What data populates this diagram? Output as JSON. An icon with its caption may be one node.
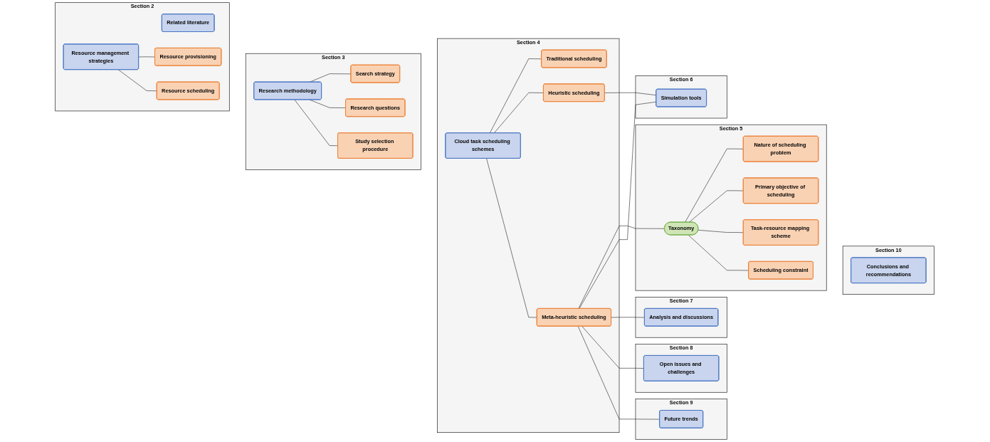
{
  "diagram": {
    "nodes": [
      {
        "text": [
          "Section 2"
        ]
      },
      {
        "text": [
          "Related literature"
        ],
        "in": 0
      },
      {
        "text": [
          "Resource management strategies"
        ],
        "in": 0
      },
      {
        "text": [
          "Resource provisioning"
        ],
        "in": 0
      },
      {
        "text": [
          "Resource scheduling"
        ],
        "in": 0
      },
      {
        "text": [
          "Section 3"
        ]
      },
      {
        "text": [
          "Research methodology"
        ],
        "in": 5
      },
      {
        "text": [
          "Search strategy"
        ],
        "in": 5
      },
      {
        "text": [
          "Research questions"
        ],
        "in": 5
      },
      {
        "text": [
          "Study selection procedure"
        ],
        "in": 5
      },
      {
        "text": [
          "Section 4"
        ]
      },
      {
        "text": [
          "Cloud task scheduling schemes"
        ],
        "in": 10
      },
      {
        "text": [
          "Traditional scheduling"
        ],
        "in": 10
      },
      {
        "text": [
          "Heuristic scheduling"
        ],
        "in": 10
      },
      {
        "text": [
          "Meta-heuristic scheduling"
        ],
        "in": 10
      },
      {
        "text": [
          "Section 5"
        ]
      },
      {
        "text": [
          "Taxonomy"
        ],
        "in": 15
      },
      {
        "text": [
          "Nature of scheduling problem"
        ],
        "in": 15
      },
      {
        "text": [
          "Primary objective of scheduling"
        ],
        "in": 15
      },
      {
        "text": [
          "Task-resource mapping scheme"
        ],
        "in": 15
      },
      {
        "text": [
          "Scheduling constraint"
        ],
        "in": 15
      },
      {
        "text": [
          "Section 6"
        ]
      },
      {
        "text": [
          "Simulation tools"
        ],
        "in": 21
      },
      {
        "text": [
          "Section 7"
        ]
      },
      {
        "text": [
          "Analysis and discussions"
        ],
        "in": 23
      },
      {
        "text": [
          "Section 8"
        ]
      },
      {
        "text": [
          "Open issues and challenges"
        ],
        "in": 25
      },
      {
        "text": [
          "Section 9"
        ]
      },
      {
        "text": [
          "Future trends"
        ],
        "in": 27
      },
      {
        "text": [
          "Section 10"
        ]
      },
      {
        "text": [
          "Conclusions and recommendations"
        ],
        "in": 29
      }
    ],
    "edges": [
      {
        "from": 2,
        "to": 3,
        "arrow": "none"
      },
      {
        "from": 2,
        "to": 4,
        "arrow": "none"
      },
      {
        "from": 6,
        "to": 7,
        "arrow": "none"
      },
      {
        "from": 6,
        "to": 8,
        "arrow": "none"
      },
      {
        "from": 6,
        "to": 9,
        "arrow": "none"
      },
      {
        "from": 11,
        "to": 12,
        "arrow": "none"
      },
      {
        "from": 11,
        "to": 13,
        "arrow": "none"
      },
      {
        "from": 11,
        "to": 14,
        "arrow": "none"
      },
      {
        "from": 14,
        "to": 16,
        "arrow": "none"
      },
      {
        "from": 16,
        "to": 17,
        "arrow": "none"
      },
      {
        "from": 16,
        "to": 18,
        "arrow": "none"
      },
      {
        "from": 16,
        "to": 19,
        "arrow": "none"
      },
      {
        "from": 16,
        "to": 20,
        "arrow": "none"
      },
      {
        "from": 13,
        "to": 22,
        "arrow": "none"
      },
      {
        "from": 14,
        "to": 22,
        "arrow": "none"
      },
      {
        "from": 14,
        "to": 24,
        "arrow": "none"
      },
      {
        "from": 14,
        "to": 26,
        "arrow": "none"
      },
      {
        "from": 14,
        "to": 28,
        "arrow": "none"
      }
    ]
  }
}
